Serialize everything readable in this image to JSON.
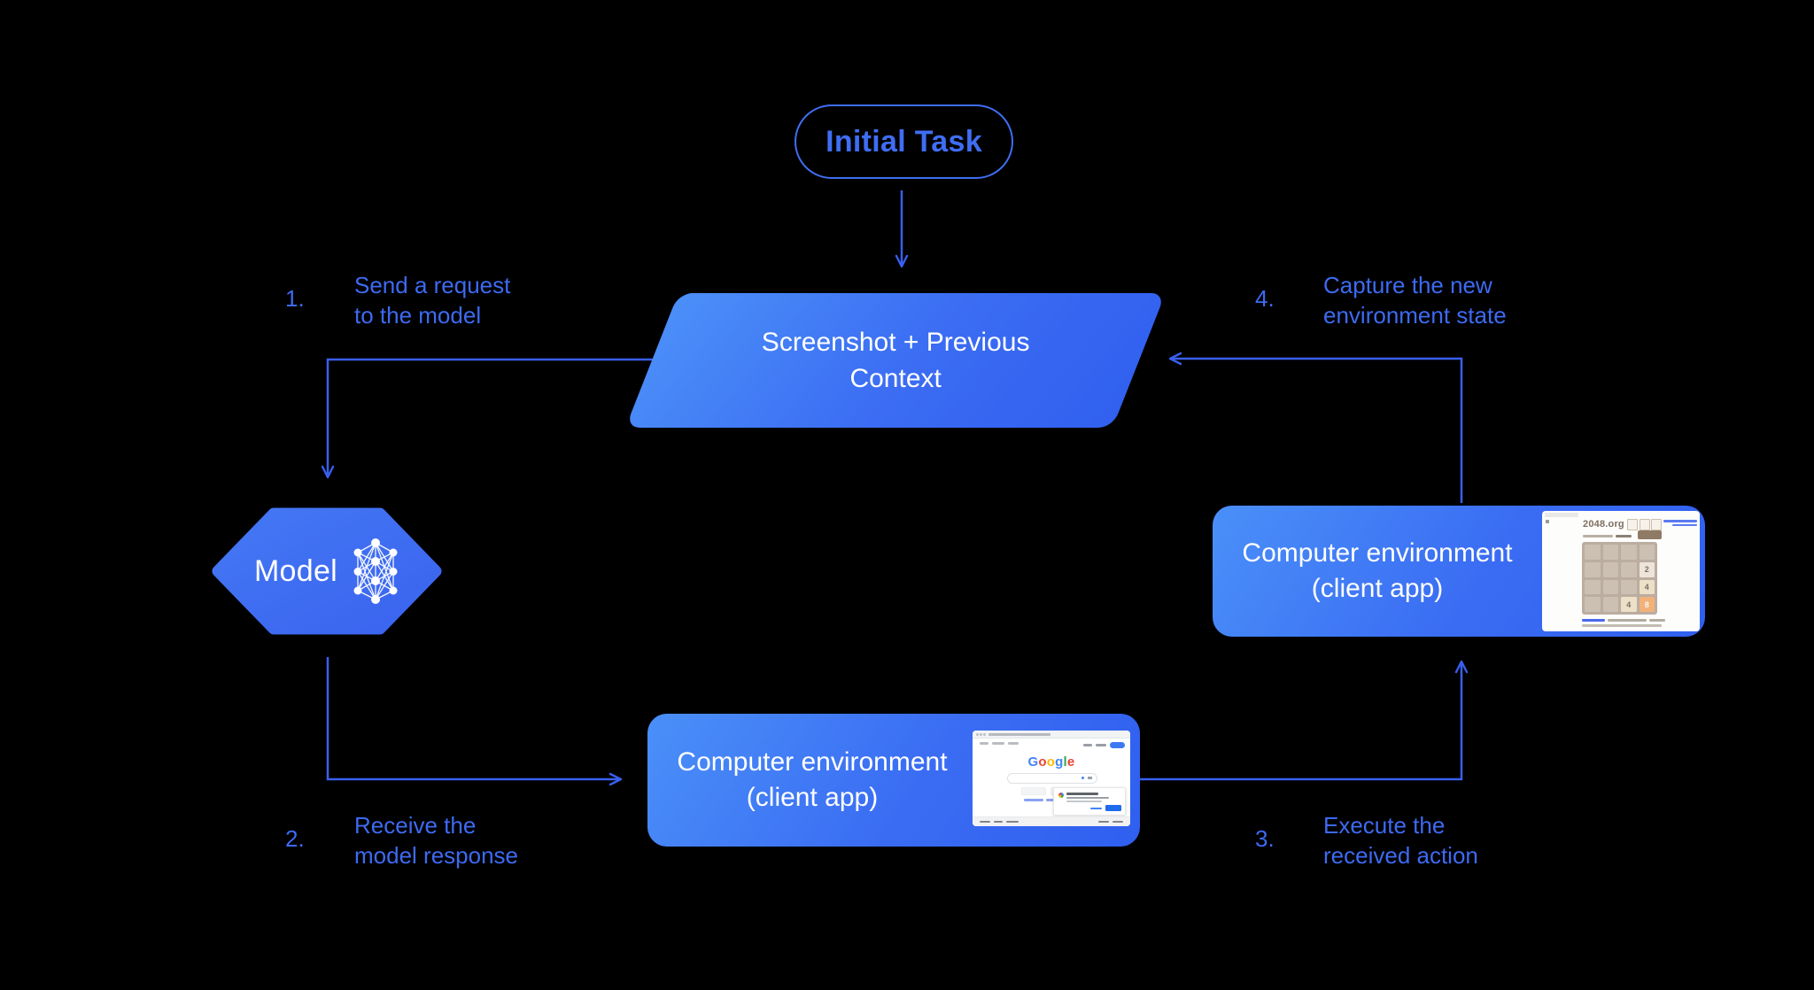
{
  "colors": {
    "background": "#000000",
    "accent_blue": "#3f6df3",
    "line_blue": "#3a5fee",
    "label_blue": "#3d6af2",
    "box_gradient_start": "#4a90f8",
    "box_gradient_end": "#2f5fef",
    "node_text": "#ffffff"
  },
  "nodes": {
    "initial_task": {
      "label": "Initial Task"
    },
    "screenshot_context": {
      "line1": "Screenshot + Previous",
      "line2": "Context"
    },
    "model": {
      "label": "Model",
      "icon": "neural-network-icon"
    },
    "env_bottom": {
      "line1": "Computer environment",
      "line2": "(client app)",
      "thumbnail": "google-search-screenshot"
    },
    "env_right": {
      "line1": "Computer environment",
      "line2": "(client app)",
      "thumbnail": "2048-game-screenshot"
    }
  },
  "steps": [
    {
      "num": "1.",
      "line1": "Send a request",
      "line2": "to the model"
    },
    {
      "num": "2.",
      "line1": "Receive the",
      "line2": "model response"
    },
    {
      "num": "3.",
      "line1": "Execute the",
      "line2": "received action"
    },
    {
      "num": "4.",
      "line1": "Capture the new",
      "line2": "environment state"
    }
  ],
  "google_thumb": {
    "logo_letters": [
      {
        "ch": "G",
        "color": "#4285F4"
      },
      {
        "ch": "o",
        "color": "#EA4335"
      },
      {
        "ch": "o",
        "color": "#FBBC05"
      },
      {
        "ch": "g",
        "color": "#4285F4"
      },
      {
        "ch": "l",
        "color": "#34A853"
      },
      {
        "ch": "e",
        "color": "#EA4335"
      }
    ]
  },
  "game2048_thumb": {
    "title": "2048.org",
    "grid": [
      [
        "",
        "",
        "",
        ""
      ],
      [
        "",
        "",
        "",
        "2"
      ],
      [
        "",
        "",
        "",
        "4"
      ],
      [
        "",
        "",
        "4",
        "8"
      ]
    ],
    "tile_colors": {
      "2": {
        "bg": "#eee4da",
        "fg": "#776e65"
      },
      "4": {
        "bg": "#ede0c8",
        "fg": "#776e65"
      },
      "8": {
        "bg": "#f2b179",
        "fg": "#f9f6f2"
      }
    }
  }
}
